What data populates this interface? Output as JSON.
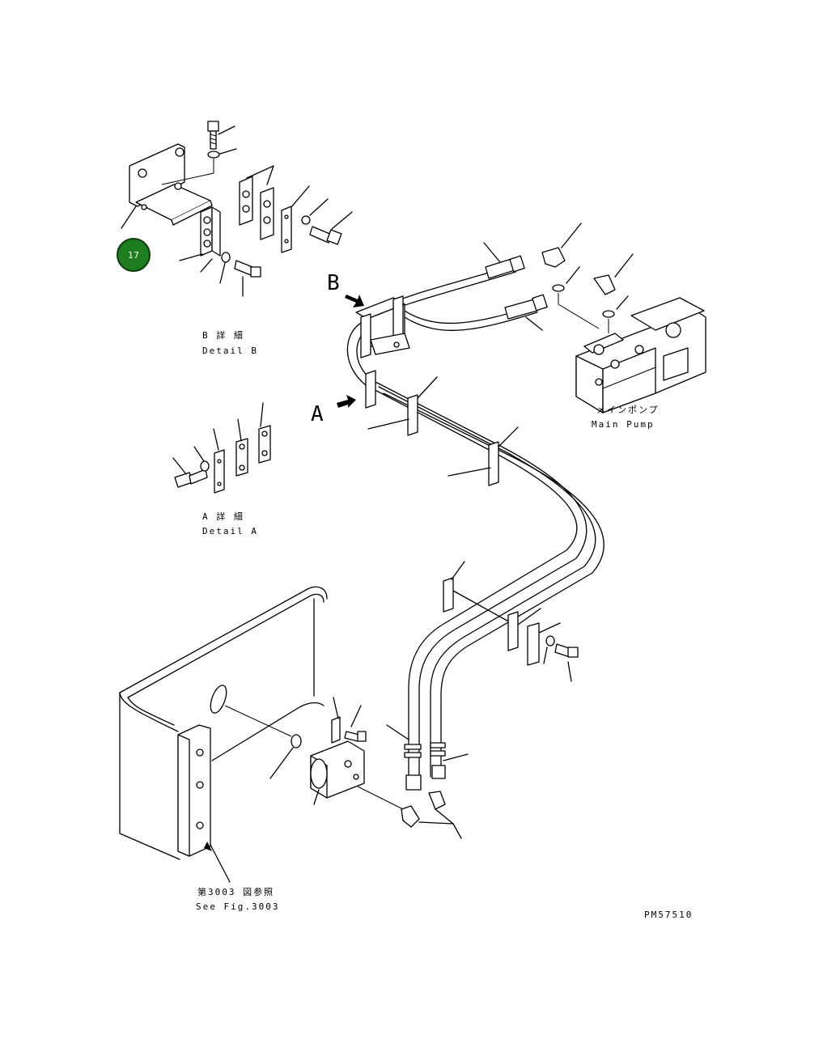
{
  "callout": {
    "number": "17",
    "color": "#1e7d1e"
  },
  "view_markers": {
    "a": "A",
    "b": "B"
  },
  "detail_b": {
    "jp": "B 詳 細",
    "en": "Detail B"
  },
  "detail_a": {
    "jp": "A 詳 細",
    "en": "Detail A"
  },
  "main_pump": {
    "jp": "メインポンプ",
    "en": "Main Pump"
  },
  "reference": {
    "jp": "第3003 図参照",
    "en": "See Fig.3003"
  },
  "drawing_code": "PM57510"
}
